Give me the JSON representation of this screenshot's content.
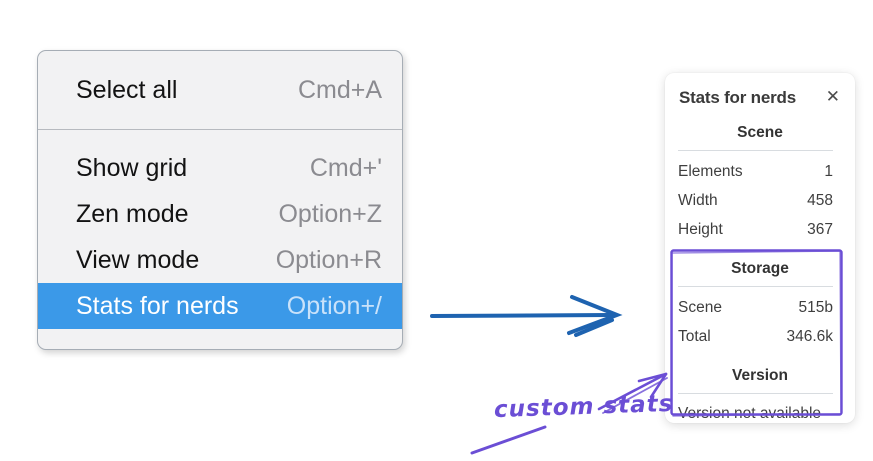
{
  "context_menu": {
    "items": [
      {
        "label": "Select all",
        "shortcut": "Cmd+A",
        "selected": false
      },
      {
        "label": "Show grid",
        "shortcut": "Cmd+'",
        "selected": false
      },
      {
        "label": "Zen mode",
        "shortcut": "Option+Z",
        "selected": false
      },
      {
        "label": "View mode",
        "shortcut": "Option+R",
        "selected": false
      },
      {
        "label": "Stats for nerds",
        "shortcut": "Option+/",
        "selected": true
      }
    ]
  },
  "stats_panel": {
    "title": "Stats for nerds",
    "close_icon": "×",
    "sections": [
      {
        "title": "Scene",
        "rows": [
          {
            "label": "Elements",
            "value": "1"
          },
          {
            "label": "Width",
            "value": "458"
          },
          {
            "label": "Height",
            "value": "367"
          }
        ]
      },
      {
        "title": "Storage",
        "rows": [
          {
            "label": "Scene",
            "value": "515b"
          },
          {
            "label": "Total",
            "value": "346.6k"
          }
        ]
      },
      {
        "title": "Version",
        "note": "Version not available"
      }
    ]
  },
  "annotation": {
    "label": "custom stats"
  },
  "colors": {
    "menu_highlight": "#3b99e8",
    "blue_arrow": "#1e63b0",
    "purple_annotation": "#6b4ed5",
    "panel_divider": "#d8dce0"
  }
}
